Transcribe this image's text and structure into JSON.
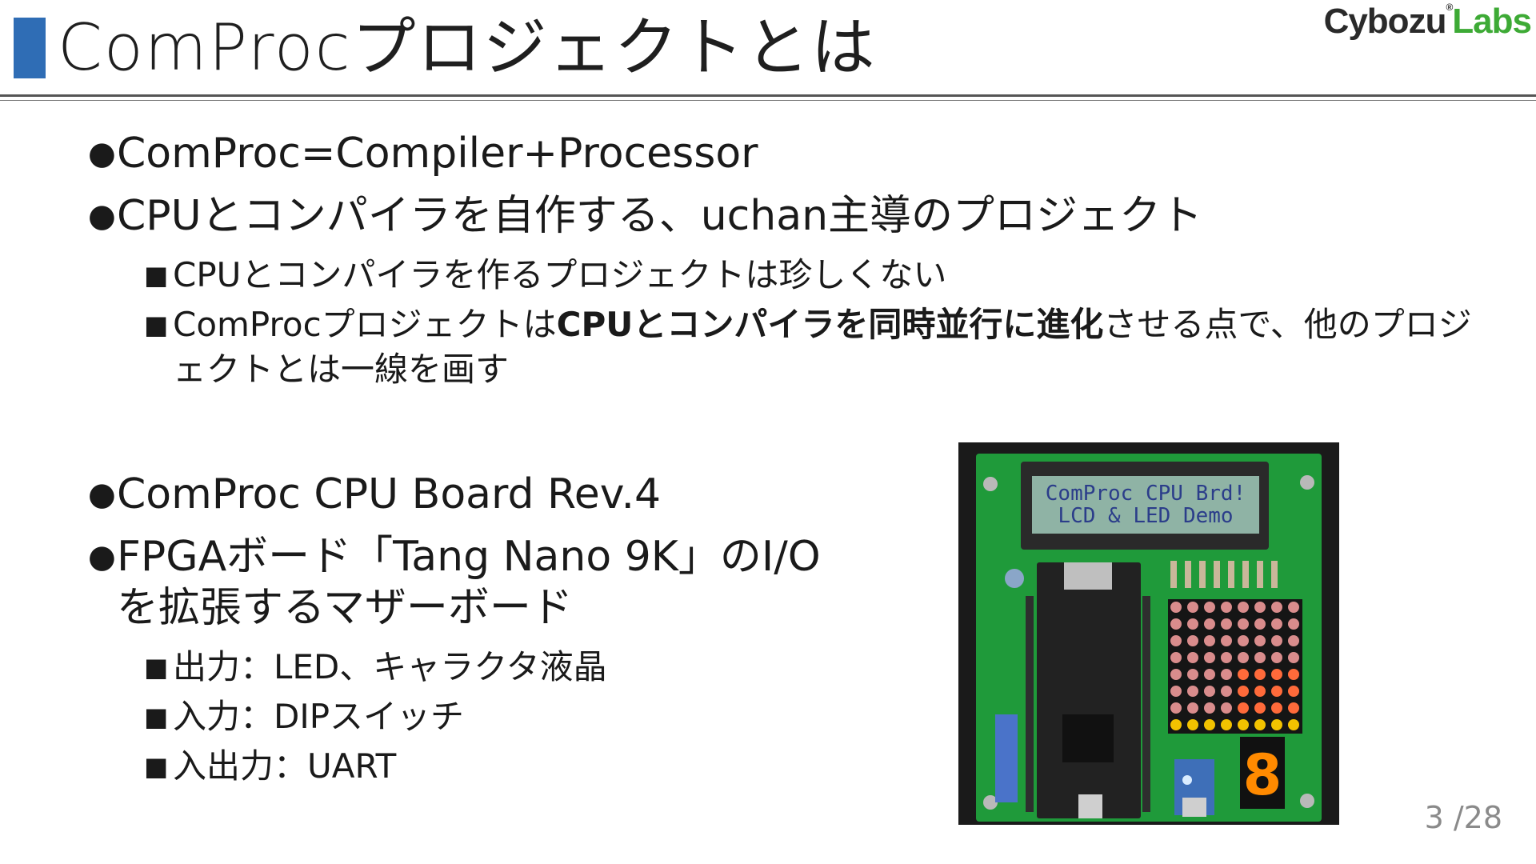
{
  "header": {
    "title": "ComProcプロジェクトとは",
    "logo_cybozu": "Cybozu",
    "logo_reg": "®",
    "logo_labs": "Labs"
  },
  "bullets": {
    "b1": "ComProc=Compiler+Processor",
    "b2": "CPUとコンパイラを自作する、uchan主導のプロジェクト",
    "b2_sub1": "CPUとコンパイラを作るプロジェクトは珍しくない",
    "b2_sub2_pre": "ComProcプロジェクトは",
    "b2_sub2_bold": "CPUとコンパイラを同時並行に進化",
    "b2_sub2_post": "させる点で、他のプロジェクトとは一線を画す",
    "b3": "ComProc CPU Board Rev.4",
    "b4": "FPGAボード「Tang Nano 9K」のI/Oを拡張するマザーボード",
    "b4_sub1": "出力：LED、キャラクタ液晶",
    "b4_sub2": "入力：DIPスイッチ",
    "b4_sub3": "入出力：UART"
  },
  "photo": {
    "lcd_line1": "ComProc CPU Brd!",
    "lcd_line2": "LCD & LED Demo",
    "seven_seg": "8"
  },
  "page": {
    "current": "3",
    "total": "/28"
  },
  "colors": {
    "accent": "#2f6db5",
    "logo_green": "#3daa35",
    "pcb": "#1f9a3a"
  },
  "icons": {
    "bullet_l1": "●",
    "bullet_l2": "■"
  }
}
